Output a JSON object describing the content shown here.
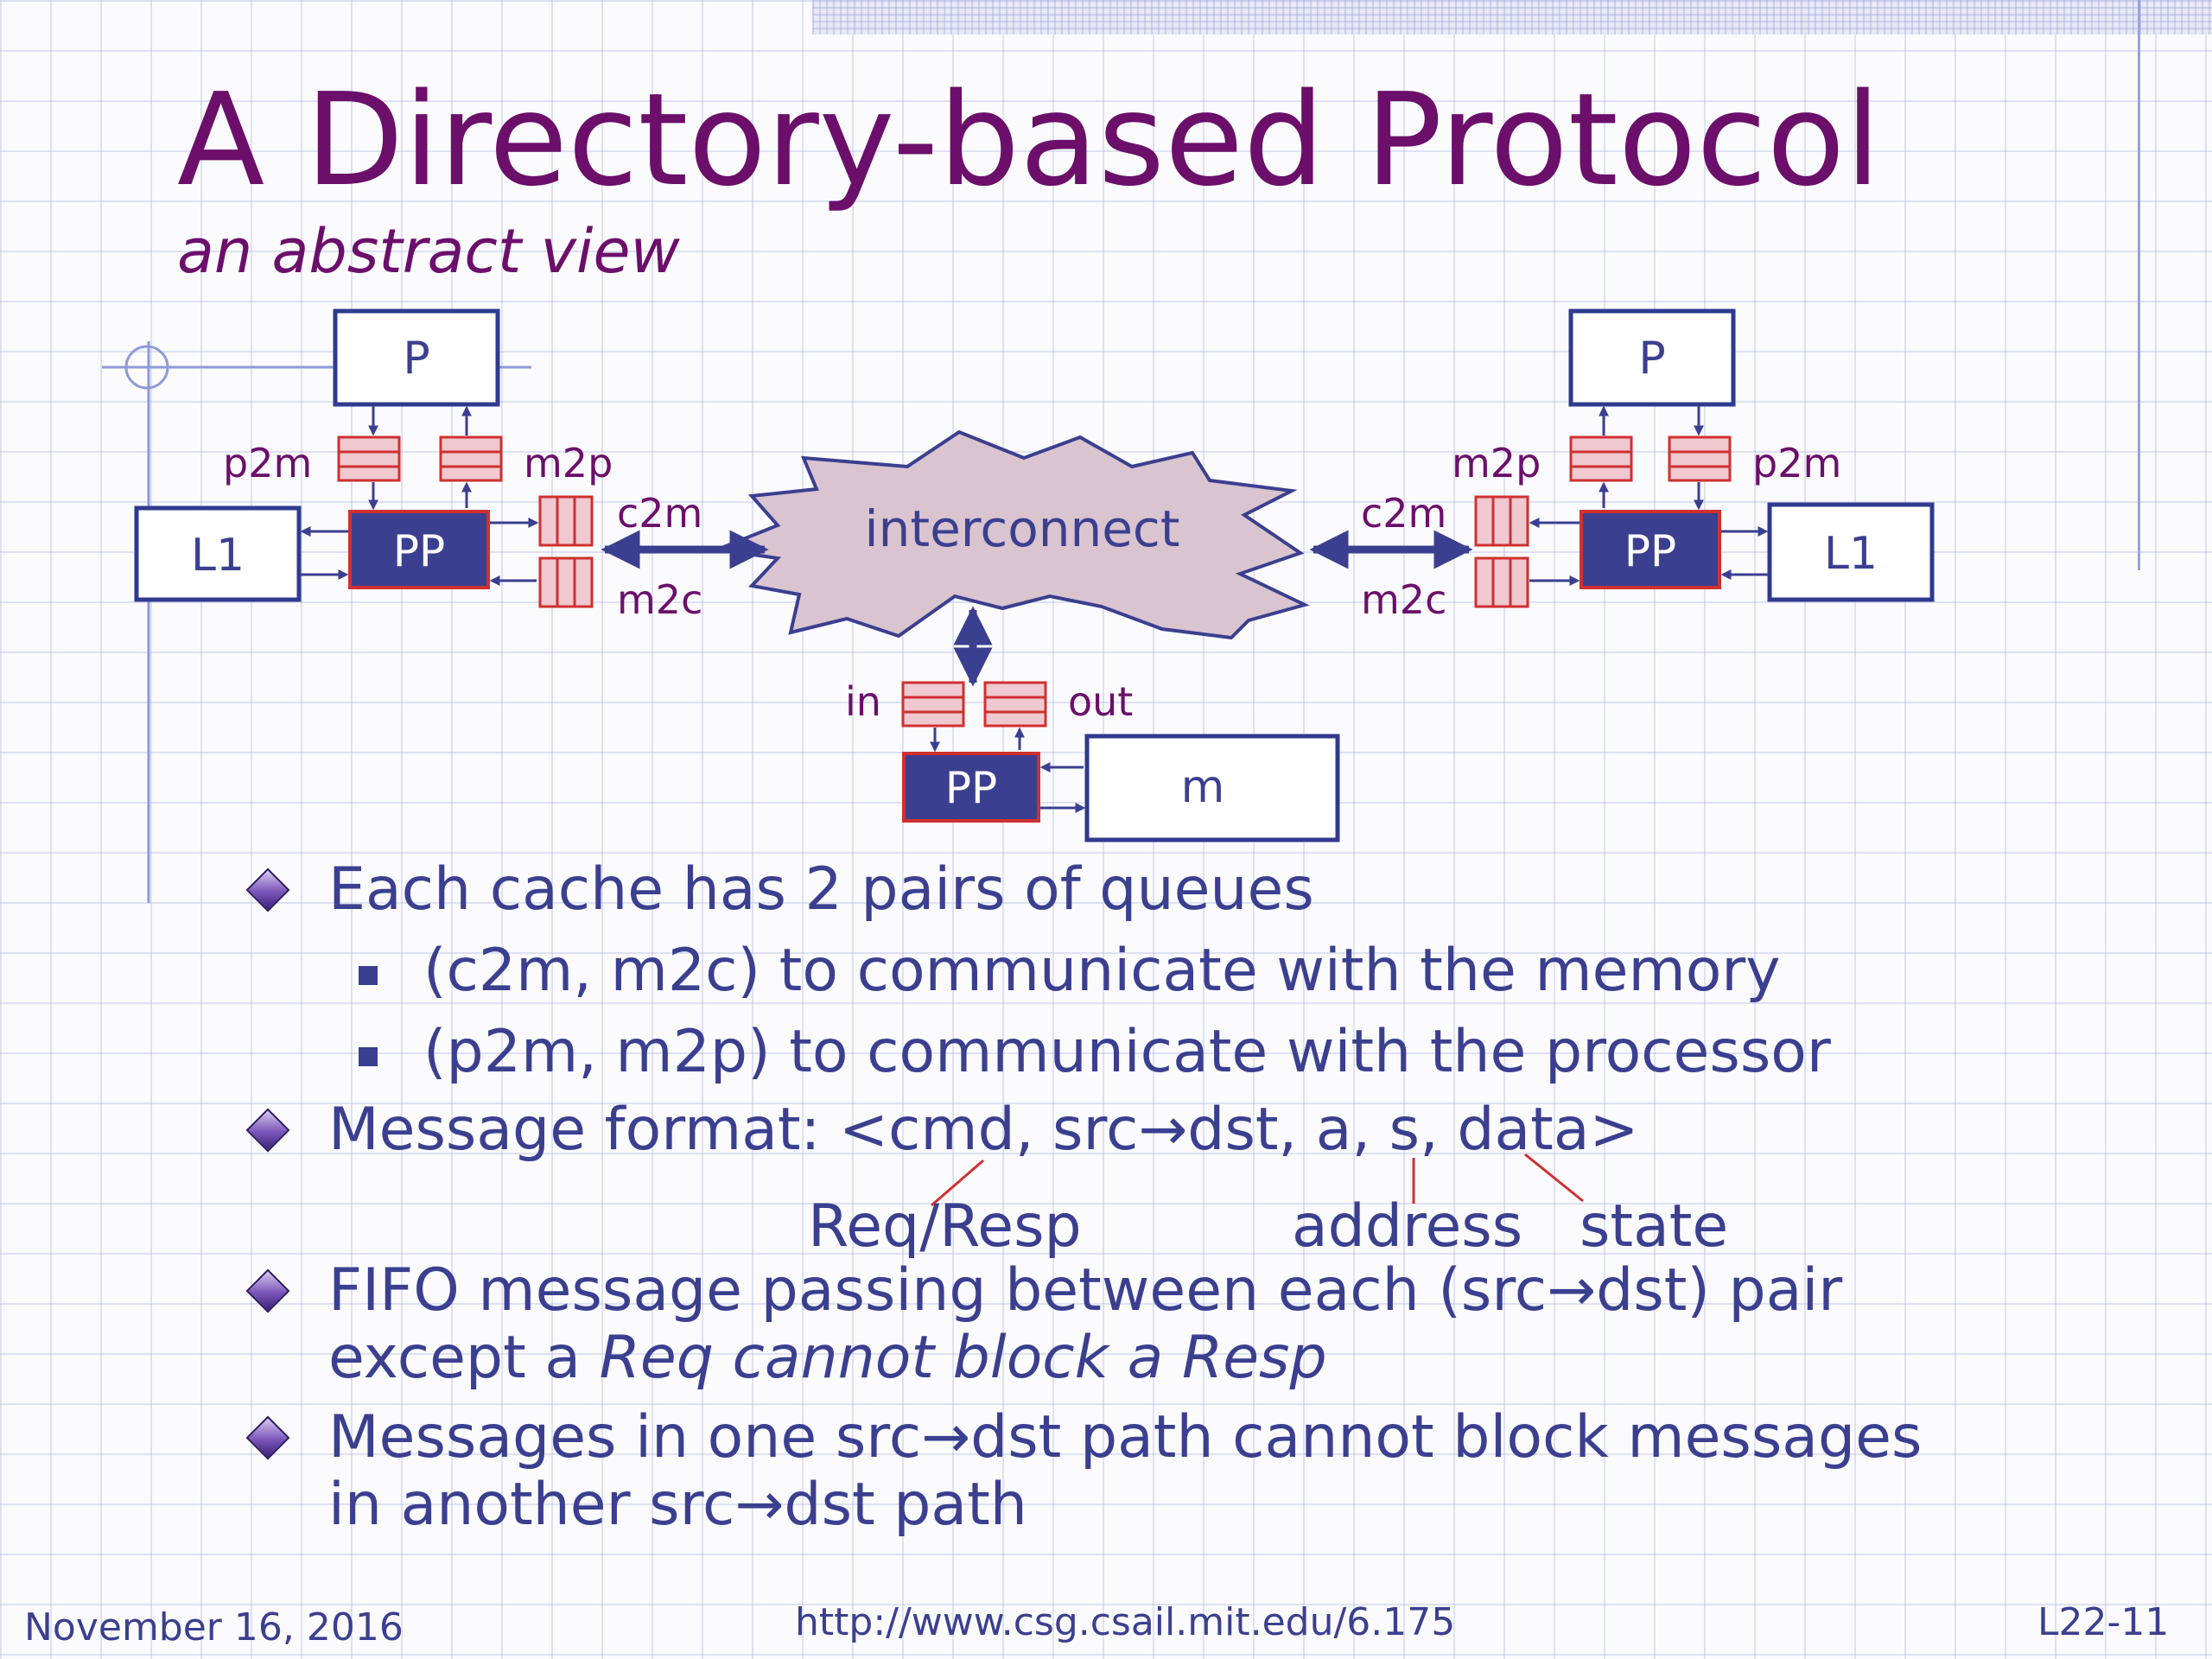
{
  "slide": {
    "title": "A Directory-based Protocol",
    "subtitle": "an abstract view"
  },
  "diagram": {
    "left_node": {
      "processor": "P",
      "protocol_processor": "PP",
      "cache": "L1",
      "queue_p2m": "p2m",
      "queue_m2p": "m2p",
      "queue_c2m": "c2m",
      "queue_m2c": "m2c"
    },
    "right_node": {
      "processor": "P",
      "protocol_processor": "PP",
      "cache": "L1",
      "queue_p2m": "p2m",
      "queue_m2p": "m2p",
      "queue_c2m": "c2m",
      "queue_m2c": "m2c"
    },
    "interconnect": "interconnect",
    "memory_node": {
      "protocol_processor": "PP",
      "memory": "m",
      "queue_in": "in",
      "queue_out": "out"
    },
    "colors": {
      "box_border": "#2f3a8f",
      "pp_fill": "#3b3f8f",
      "pp_border": "#d03030",
      "queue_fill": "#f0c8d0",
      "queue_stroke": "#d03030",
      "interconnect_fill": "#d9c4cf",
      "arrow": "#3b3f8f"
    }
  },
  "bullets": [
    {
      "text": "Each cache has 2 pairs of queues"
    },
    {
      "text": "(c2m, m2c) to communicate with the memory"
    },
    {
      "text": "(p2m, m2p) to communicate with the processor"
    },
    {
      "text": "Message format:   <cmd, src→dst, a, s, data>"
    },
    {
      "line1": "FIFO message passing between each (src→dst) pair",
      "line2_prefix": "except a ",
      "line2_italic": "Req cannot block a Resp"
    },
    {
      "line1": "Messages in one src→dst path cannot block messages",
      "line2": "in another src→dst path"
    }
  ],
  "annotations": {
    "cmd": "Req/Resp",
    "address": "address",
    "state": "state"
  },
  "footer": {
    "date": "November 16, 2016",
    "url": "http://www.csg.csail.mit.edu/6.175",
    "slide_number": "L22-11"
  }
}
